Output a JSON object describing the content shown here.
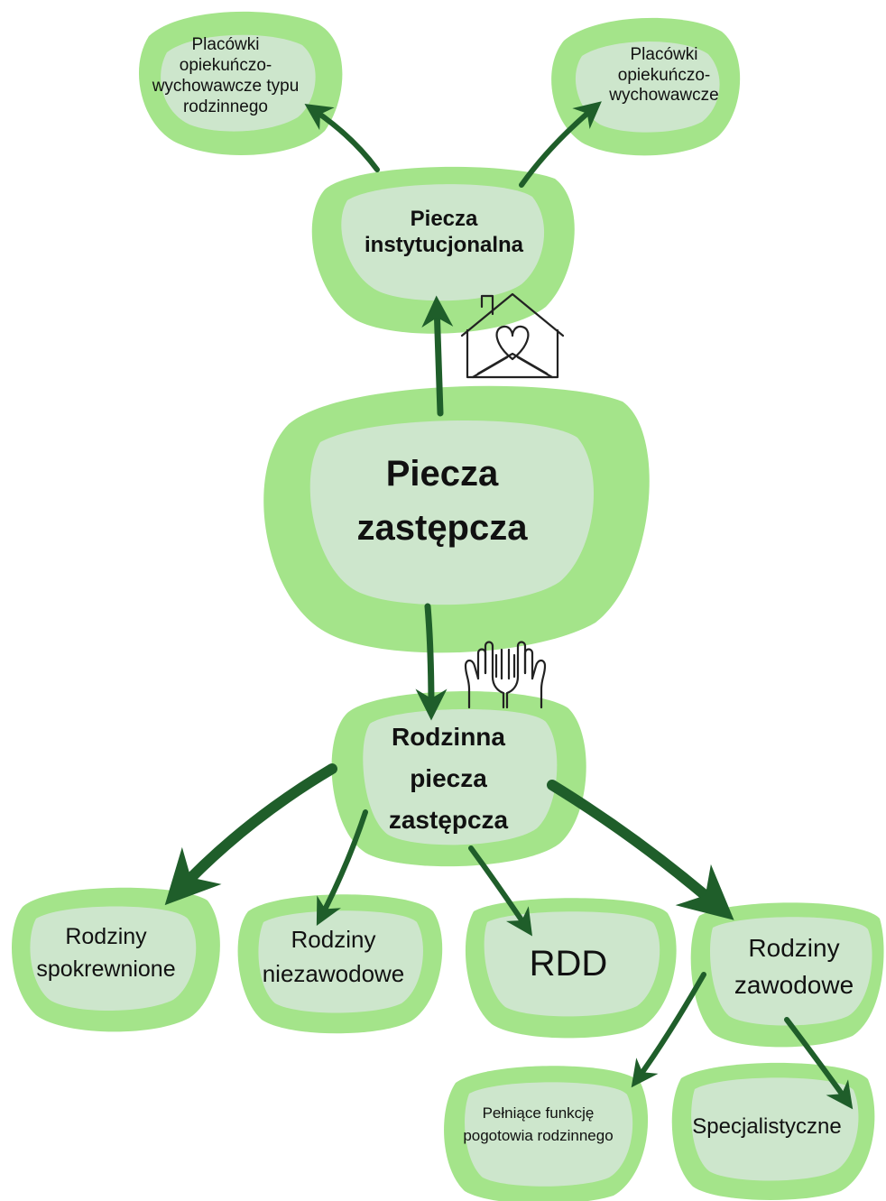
{
  "colors": {
    "outer": "#a4e48a",
    "inner": "#cde6cc",
    "arrow": "#1f5e2a",
    "text": "#111111"
  },
  "nodes": {
    "root": {
      "lines": [
        "Piecza",
        "zastępcza"
      ]
    },
    "institutional": {
      "lines": [
        "Piecza",
        "instytucjonalna"
      ]
    },
    "family_type_facilities": {
      "lines": [
        "Placówki",
        "opiekuńczo-",
        "wychowawcze typu",
        "rodzinnego"
      ]
    },
    "care_facilities": {
      "lines": [
        "Placówki",
        "opiekuńczo-",
        "wychowawcze"
      ]
    },
    "family_care": {
      "lines": [
        "Rodzinna",
        "piecza",
        "zastępcza"
      ]
    },
    "related_families": {
      "lines": [
        "Rodziny",
        "spokrewnione"
      ]
    },
    "non_professional_families": {
      "lines": [
        "Rodziny",
        "niezawodowe"
      ]
    },
    "rdd": {
      "lines": [
        "RDD"
      ]
    },
    "professional_families": {
      "lines": [
        "Rodziny",
        "zawodowe"
      ]
    },
    "emergency_families": {
      "lines": [
        "Pełniące funkcję",
        "pogotowia rodzinnego"
      ]
    },
    "specialist_families": {
      "lines": [
        "Specjalistyczne"
      ]
    }
  },
  "icons": {
    "house": "house-heart-icon",
    "hands": "helping-hands-icon"
  }
}
